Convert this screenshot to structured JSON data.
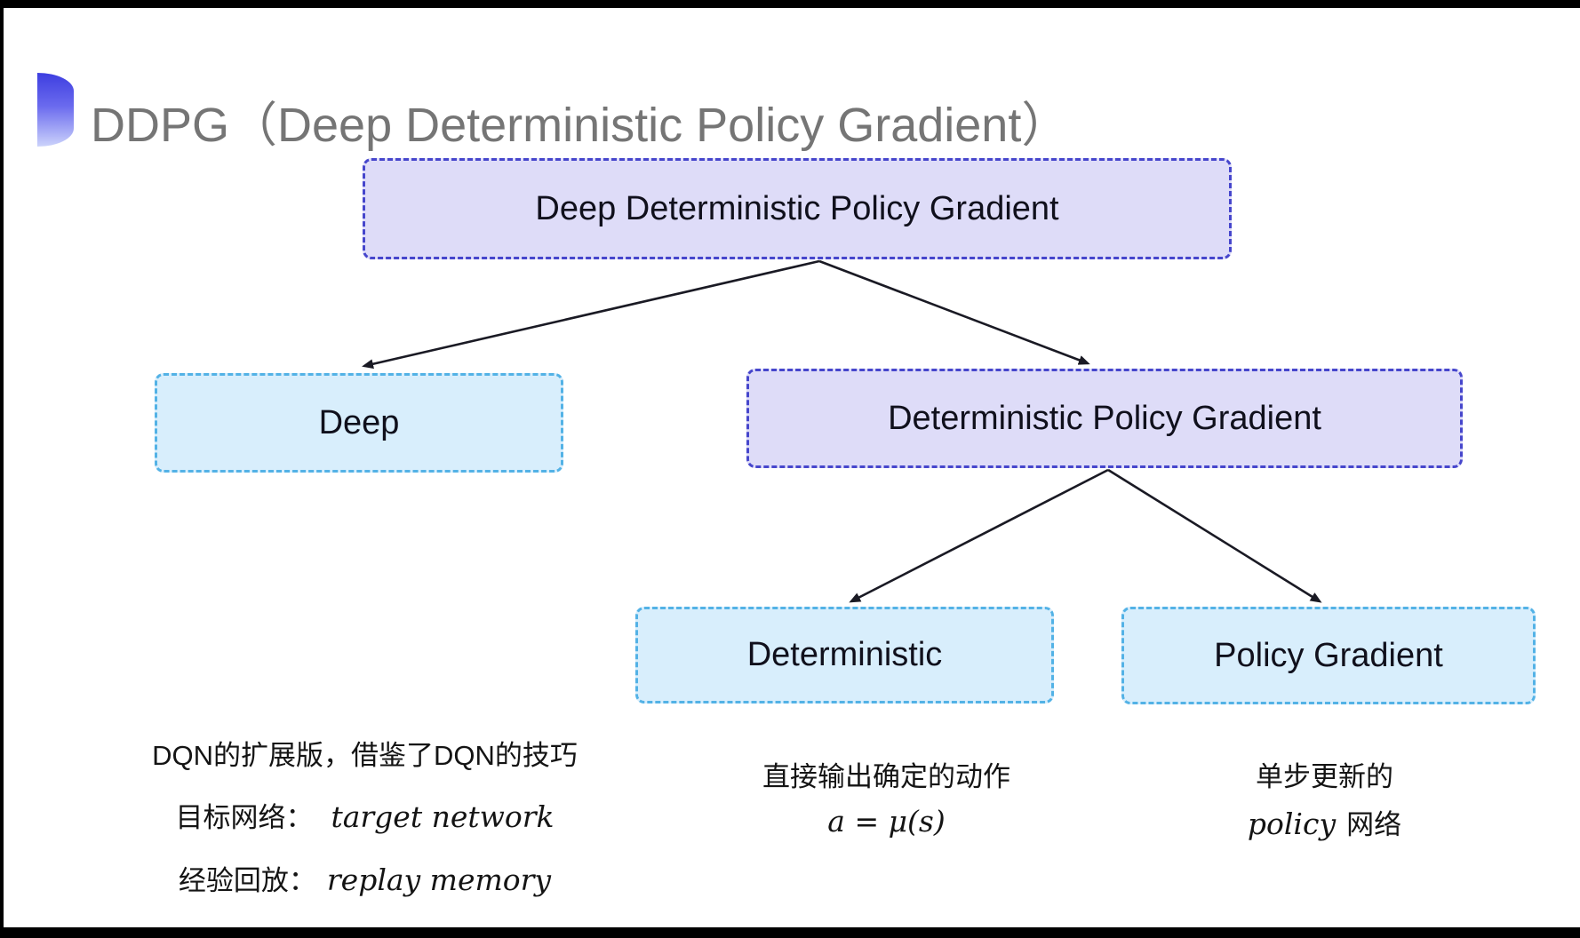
{
  "title": {
    "text": "DDPG（Deep Deterministic Policy Gradient）"
  },
  "diagram": {
    "nodes": [
      {
        "label": "Deep Deterministic Policy Gradient",
        "variant": "purple"
      },
      {
        "label": "Deep",
        "variant": "cyan"
      },
      {
        "label": "Deterministic Policy Gradient",
        "variant": "purple"
      },
      {
        "label": "Deterministic",
        "variant": "cyan"
      },
      {
        "label": "Policy Gradient",
        "variant": "cyan"
      }
    ],
    "edges": [
      {
        "from": "Deep Deterministic Policy Gradient",
        "to": "Deep"
      },
      {
        "from": "Deep Deterministic Policy Gradient",
        "to": "Deterministic Policy Gradient"
      },
      {
        "from": "Deterministic Policy Gradient",
        "to": "Deterministic"
      },
      {
        "from": "Deterministic Policy Gradient",
        "to": "Policy Gradient"
      }
    ]
  },
  "notes": {
    "deep": {
      "line1": "DQN的扩展版，借鉴了DQN的技巧",
      "line2_label": "目标网络：",
      "line2_value": "target network",
      "line3_label": "经验回放：",
      "line3_value": "replay memory"
    },
    "deterministic": {
      "line1": "直接输出确定的动作",
      "formula": "a = μ(s)"
    },
    "policy_gradient": {
      "line1": "单步更新的",
      "line2_italic": "policy",
      "line2_rest": "网络"
    }
  },
  "colors": {
    "purple_fill": "#dedcf8",
    "purple_border": "#4646cc",
    "cyan_fill": "#d8eefc",
    "cyan_border": "#53b2e6",
    "title_gray": "#757575",
    "arrow": "#1a1a24",
    "bullet_gradient_top": "#3d3ee0",
    "bullet_gradient_bottom": "#ccd3fb"
  }
}
